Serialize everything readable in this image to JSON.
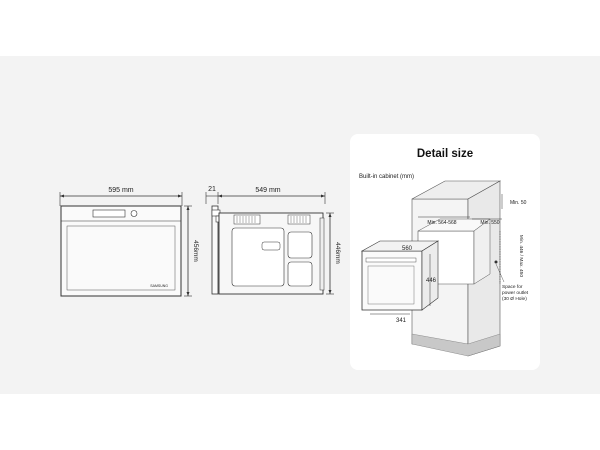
{
  "front_view": {
    "width_label": "595 mm",
    "height_label": "456mm",
    "brand": "SAMSUNG"
  },
  "side_view": {
    "offset_label": "21",
    "depth_label": "549 mm",
    "height_label": "446mm"
  },
  "detail": {
    "title": "Detail size",
    "subtitle": "Built-in cabinet (mm)",
    "labels": {
      "min50": "Min. 50",
      "min564_568": "Min. 564-568",
      "min550": "Min. 550",
      "width560": "560",
      "height446": "446",
      "depth341": "341",
      "height_range": "Min. 446 / Max. 450",
      "outlet_line1": "Space for",
      "outlet_line2": "power outlet",
      "outlet_line3": "(30 Ø Hole)"
    }
  }
}
